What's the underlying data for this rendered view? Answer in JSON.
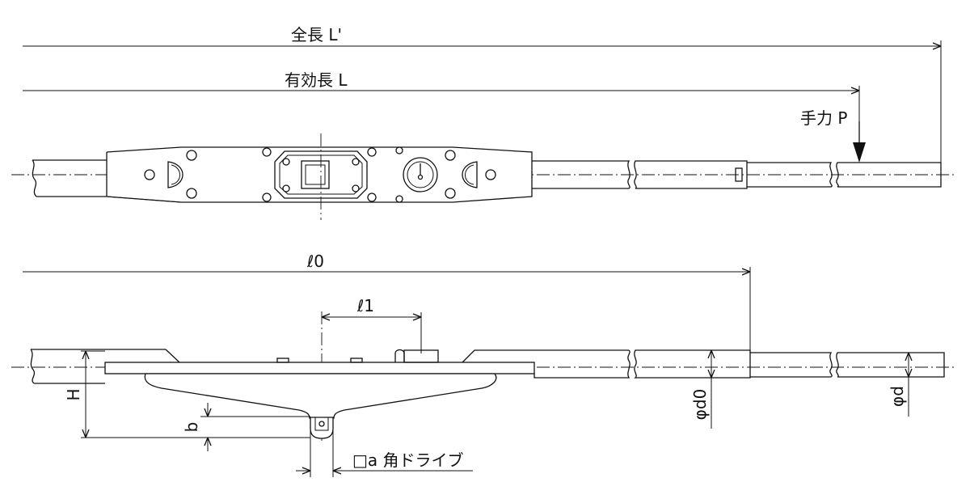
{
  "labels": {
    "overall_length": "全長 L'",
    "effective_length": "有効長 L",
    "hand_force": "手力 P",
    "l0": "ℓ0",
    "l1": "ℓ1",
    "H": "H",
    "b": "b",
    "d0": "φd0",
    "d": "φd",
    "square_drive": "□a 角ドライブ"
  }
}
